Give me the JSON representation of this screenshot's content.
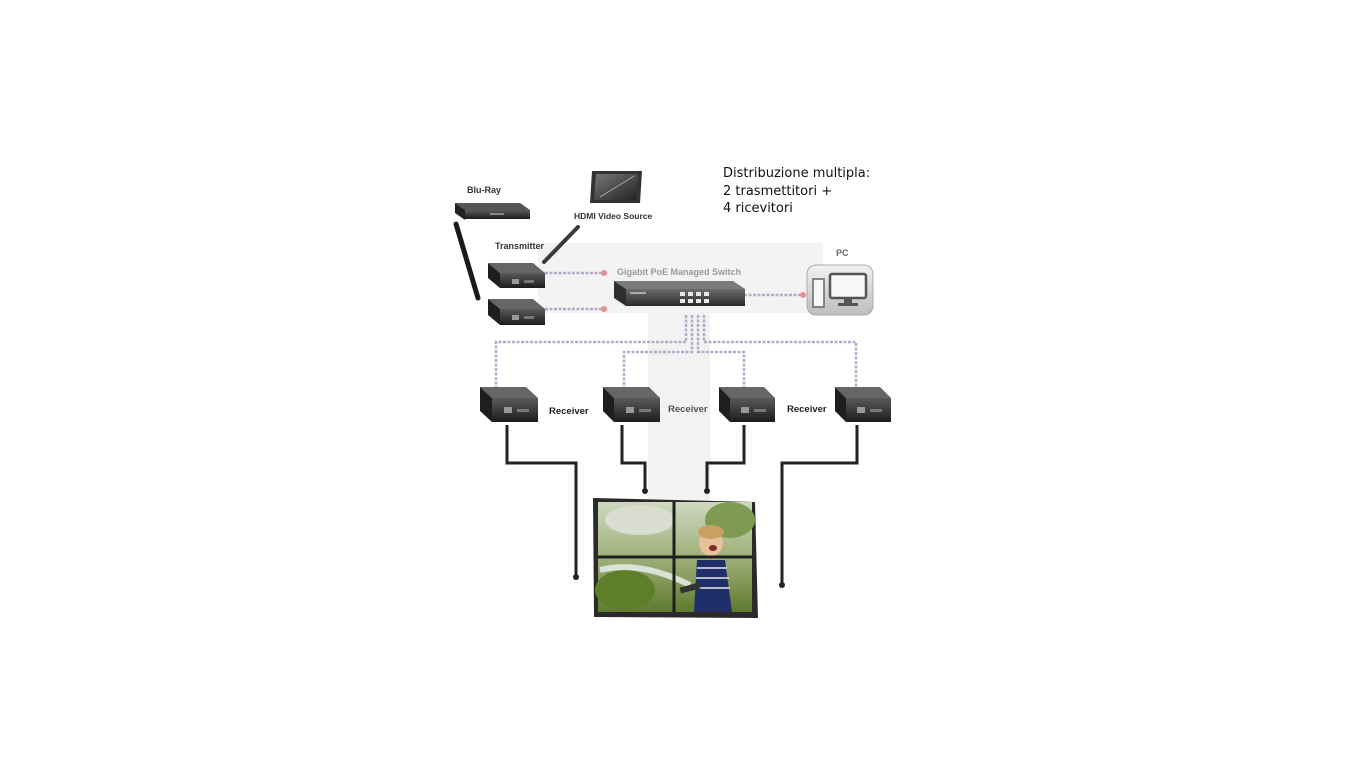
{
  "title": {
    "line1": "Distribuzione multipla:",
    "line2": "2 trasmettitori +",
    "line3": "4 ricevitori"
  },
  "labels": {
    "bluray": "Blu-Ray",
    "hdmi_source": "HDMI Video Source",
    "transmitter": "Transmitter",
    "switch": "Gigabit PoE Managed Switch",
    "pc": "PC",
    "receiver": "Receiver"
  },
  "colors": {
    "network_cable": "#b8a9c9",
    "hdmi_cable": "#222222",
    "device": "#2a2a2a",
    "switch_body": "#4a4a4a",
    "pc_panel": "#d7d7d7",
    "highlight_band": "#f1f1f1"
  }
}
